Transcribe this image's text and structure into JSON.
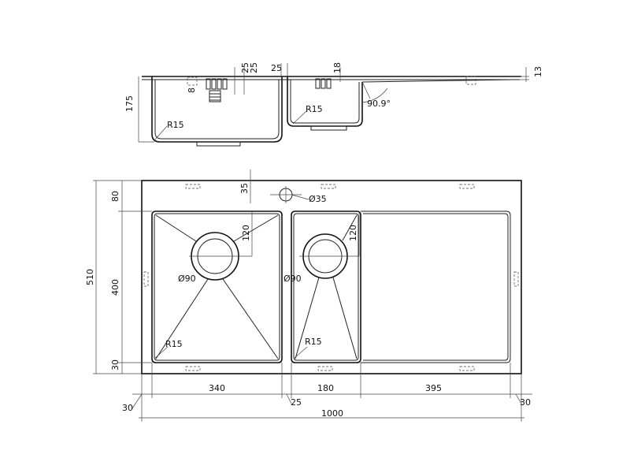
{
  "labels": {
    "top_25a": "25",
    "top_25b": "25",
    "top_25c": "25",
    "top_18": "18",
    "top_13": "13",
    "top_8": "8",
    "side_175": "175",
    "side_r15_left": "R15",
    "side_r15_right": "R15",
    "side_angle": "90.9°",
    "plan_35": "35",
    "plan_tap": "Ø35",
    "plan_80": "80",
    "plan_510": "510",
    "plan_400": "400",
    "plan_30_left": "30",
    "plan_120_left": "120",
    "plan_120_right": "120",
    "plan_d90_left": "Ø90",
    "plan_d90_right": "Ø90",
    "plan_r15_left": "R15",
    "plan_r15_right": "R15",
    "bottom_340": "340",
    "bottom_180": "180",
    "bottom_395": "395",
    "bottom_30_left": "30",
    "bottom_25": "25",
    "bottom_30_right": "30",
    "bottom_1000": "1000"
  }
}
